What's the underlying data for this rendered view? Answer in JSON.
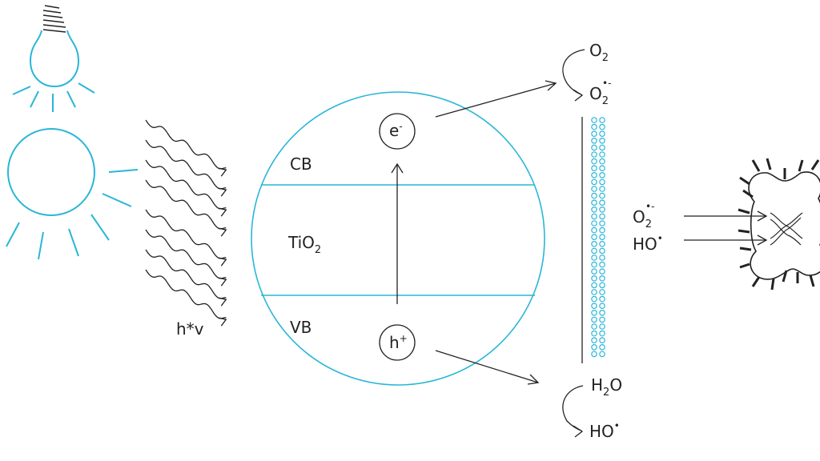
{
  "colors": {
    "accent": "#29b6d8",
    "ink": "#222222"
  },
  "labels": {
    "energy": "h*v",
    "cb": "CB",
    "vb": "VB",
    "tio2_base": "TiO",
    "tio2_sub": "2",
    "electron_base": "e",
    "electron_sup": "-",
    "hole_base": "h",
    "hole_sup": "+",
    "o2_base": "O",
    "o2_sub": "2",
    "superoxide_base": "O",
    "superoxide_sub": "2",
    "superoxide_sup": "•-",
    "water_base": "H",
    "water_sub": "2",
    "water_tail": "O",
    "hydroxyl_base": "HO",
    "hydroxyl_sup": "•"
  },
  "icons": [
    "lightbulb-icon",
    "sun-icon",
    "bacterium-icon",
    "dna-icon"
  ]
}
